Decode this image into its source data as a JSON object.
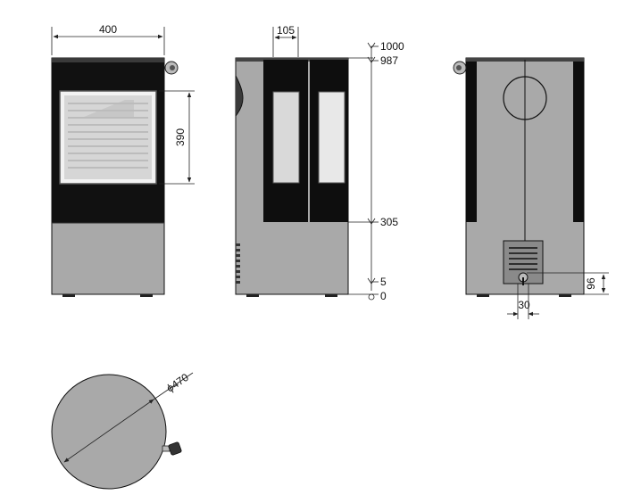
{
  "colors": {
    "body_gray": "#a9a9a9",
    "body_dark": "#0e0e0e",
    "glass": "#d9d9d9",
    "frame": "#262626",
    "line": "#222222"
  },
  "front_view": {
    "width_label": "400",
    "glass_height_label": "390"
  },
  "side_view": {
    "door_width_label": "105",
    "heights": [
      "1000",
      "987",
      "305",
      "5",
      "0"
    ]
  },
  "back_view": {
    "outlet_height_label": "96",
    "outlet_width_label": "30"
  },
  "top_view": {
    "diameter_label": "ϕ470"
  }
}
